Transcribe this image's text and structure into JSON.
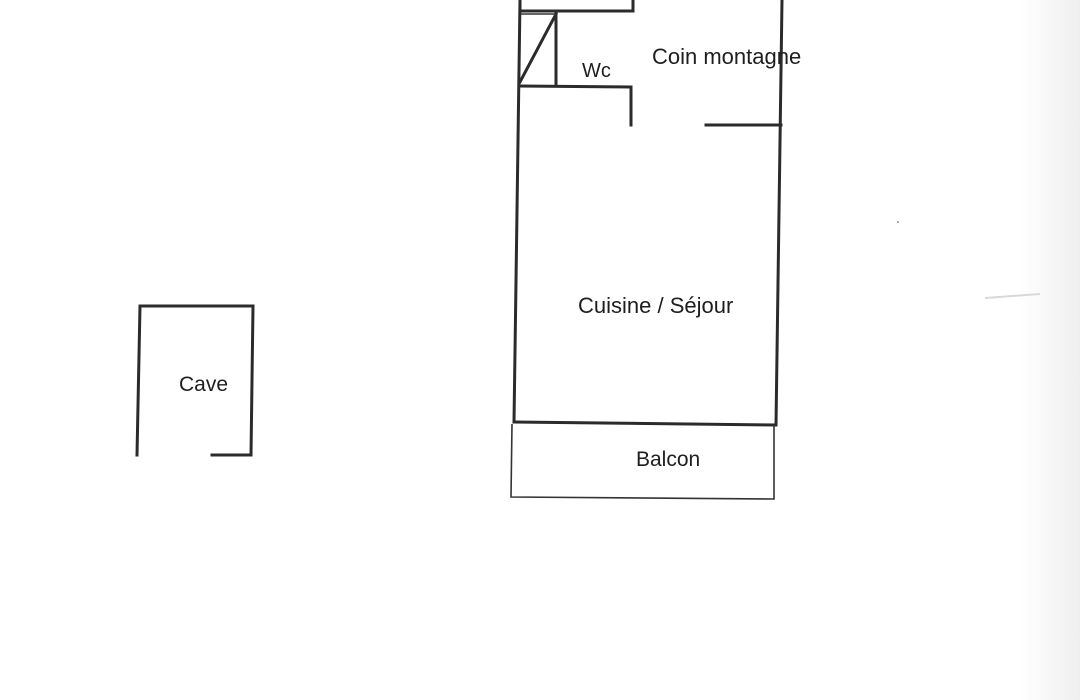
{
  "rooms": {
    "coin_montagne": "Coin montagne",
    "wc": "Wc",
    "cuisine_sejour": "Cuisine / Séjour",
    "cave": "Cave",
    "balcon": "Balcon"
  },
  "colors": {
    "wall": "#2b2b2b",
    "background": "#ffffff"
  }
}
